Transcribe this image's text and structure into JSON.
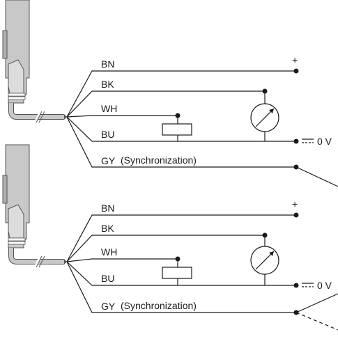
{
  "sensors": [
    {
      "wires": {
        "bn": {
          "label": "BN",
          "terminal": "+"
        },
        "bk": {
          "label": "BK"
        },
        "wh": {
          "label": "WH"
        },
        "bu": {
          "label": "BU",
          "terminal": "0 V"
        },
        "gy": {
          "label": "GY",
          "note": "(Synchronization)"
        }
      }
    },
    {
      "wires": {
        "bn": {
          "label": "BN",
          "terminal": "+"
        },
        "bk": {
          "label": "BK"
        },
        "wh": {
          "label": "WH"
        },
        "bu": {
          "label": "BU",
          "terminal": "0 V"
        },
        "gy": {
          "label": "GY",
          "note": "(Synchronization)"
        }
      }
    }
  ],
  "colors": {
    "housing": "#c8c8c8",
    "housing_stroke": "#555555",
    "wire": "#1a1a1a"
  }
}
